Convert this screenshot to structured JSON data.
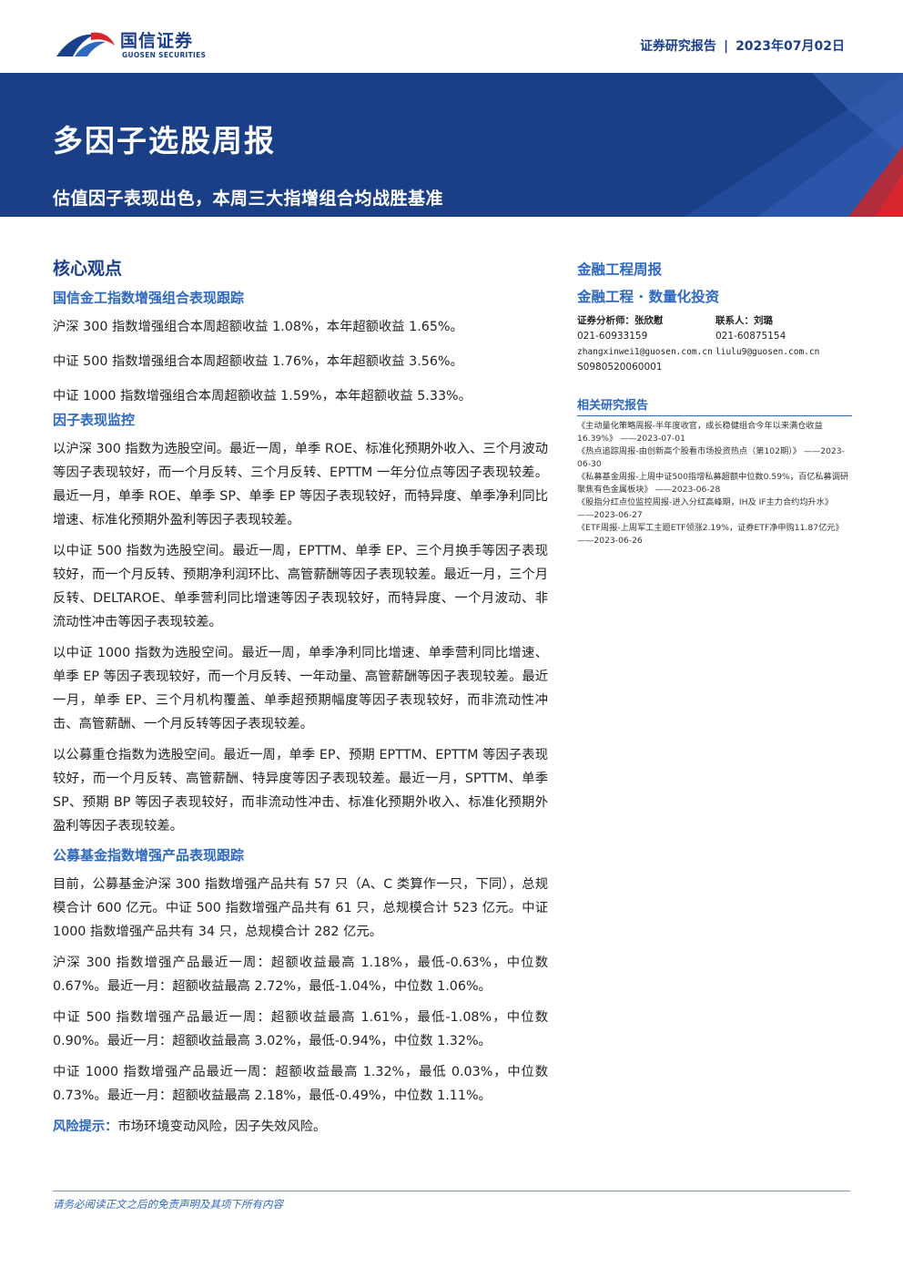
{
  "header": {
    "brand_cn": "国信证券",
    "brand_en": "GUOSEN SECURITIES",
    "report_kind": "证券研究报告",
    "separator": "|",
    "date": "2023年07月02日",
    "brand_color": "#1b3f8b",
    "accent_red": "#d7262e"
  },
  "banner": {
    "title": "多因子选股周报",
    "subtitle": "估值因子表现出色，本周三大指增组合均战胜基准",
    "background": "#1a3f87"
  },
  "core": {
    "title": "核心观点",
    "sections": [
      {
        "heading": "国信金工指数增强组合表现跟踪",
        "paragraphs": [
          "沪深 300 指数增强组合本周超额收益 1.08%，本年超额收益 1.65%。",
          "中证 500 指数增强组合本周超额收益 1.76%，本年超额收益 3.56%。",
          "中证 1000 指数增强组合本周超额收益 1.59%，本年超额收益 5.33%。"
        ]
      },
      {
        "heading": "因子表现监控",
        "paragraphs": [
          "以沪深 300 指数为选股空间。最近一周，单季 ROE、标准化预期外收入、三个月波动等因子表现较好，而一个月反转、三个月反转、EPTTM 一年分位点等因子表现较差。最近一月，单季 ROE、单季 SP、单季 EP 等因子表现较好，而特异度、单季净利同比增速、标准化预期外盈利等因子表现较差。",
          "以中证 500 指数为选股空间。最近一周，EPTTM、单季 EP、三个月换手等因子表现较好，而一个月反转、预期净利润环比、高管薪酬等因子表现较差。最近一月，三个月反转、DELTAROE、单季营利同比增速等因子表现较好，而特异度、一个月波动、非流动性冲击等因子表现较差。",
          "以中证 1000 指数为选股空间。最近一周，单季净利同比增速、单季营利同比增速、单季 EP 等因子表现较好，而一个月反转、一年动量、高管薪酬等因子表现较差。最近一月，单季 EP、三个月机构覆盖、单季超预期幅度等因子表现较好，而非流动性冲击、高管薪酬、一个月反转等因子表现较差。",
          "以公募重仓指数为选股空间。最近一周，单季 EP、预期 EPTTM、EPTTM 等因子表现较好，而一个月反转、高管薪酬、特异度等因子表现较差。最近一月，SPTTM、单季 SP、预期 BP 等因子表现较好，而非流动性冲击、标准化预期外收入、标准化预期外盈利等因子表现较差。"
        ]
      },
      {
        "heading": "公募基金指数增强产品表现跟踪",
        "paragraphs": [
          "目前，公募基金沪深 300 指数增强产品共有 57 只（A、C 类算作一只，下同），总规模合计 600 亿元。中证 500 指数增强产品共有 61 只，总规模合计 523 亿元。中证 1000 指数增强产品共有 34 只，总规模合计 282 亿元。",
          "沪深 300 指数增强产品最近一周：超额收益最高 1.18%，最低-0.63%，中位数 0.67%。最近一月：超额收益最高 2.72%，最低-1.04%，中位数 1.06%。",
          "中证 500 指数增强产品最近一周：超额收益最高 1.61%，最低-1.08%，中位数 0.90%。最近一月：超额收益最高 3.02%，最低-0.94%，中位数 1.32%。",
          "中证 1000 指数增强产品最近一周：超额收益最高 1.32%，最低 0.03%，中位数 0.73%。最近一月：超额收益最高 2.18%，最低-0.49%，中位数 1.11%。"
        ]
      }
    ],
    "risk_label": "风险提示：",
    "risk_text": "市场环境变动风险，因子失效风险。"
  },
  "sidebar": {
    "category": "金融工程周报",
    "subcategory": "金融工程 · 数量化投资",
    "analyst_label": "证券分析师：",
    "analyst_name": "张欣慰",
    "analyst_phone": "021-60933159",
    "analyst_email": "zhangxinwei1@guosen.com.cn",
    "analyst_cert": "S0980520060001",
    "contact_label": "联系人：",
    "contact_name": "刘璐",
    "contact_phone": "021-60875154",
    "contact_email": "liulu9@guosen.com.cn",
    "related_title": "相关研究报告",
    "related": [
      "《主动量化策略周报-半年度收官，成长稳健组合今年以来满仓收益16.39%》 ——2023-07-01",
      "《热点追踪周报-由创新高个股看市场投资热点（第102期）》 ——2023-06-30",
      "《私募基金周报-上周中证500指增私募超额中位数0.59%，百亿私募调研聚焦有色金属板块》 ——2023-06-28",
      "《股指分红点位监控周报-进入分红高峰期，IH及 IF主力合约均升水》 ——2023-06-27",
      "《ETF周报-上周军工主题ETF领涨2.19%，证券ETF净申购11.87亿元》 ——2023-06-26"
    ]
  },
  "footer": {
    "disclaimer": "请务必阅读正文之后的免责声明及其项下所有内容"
  }
}
